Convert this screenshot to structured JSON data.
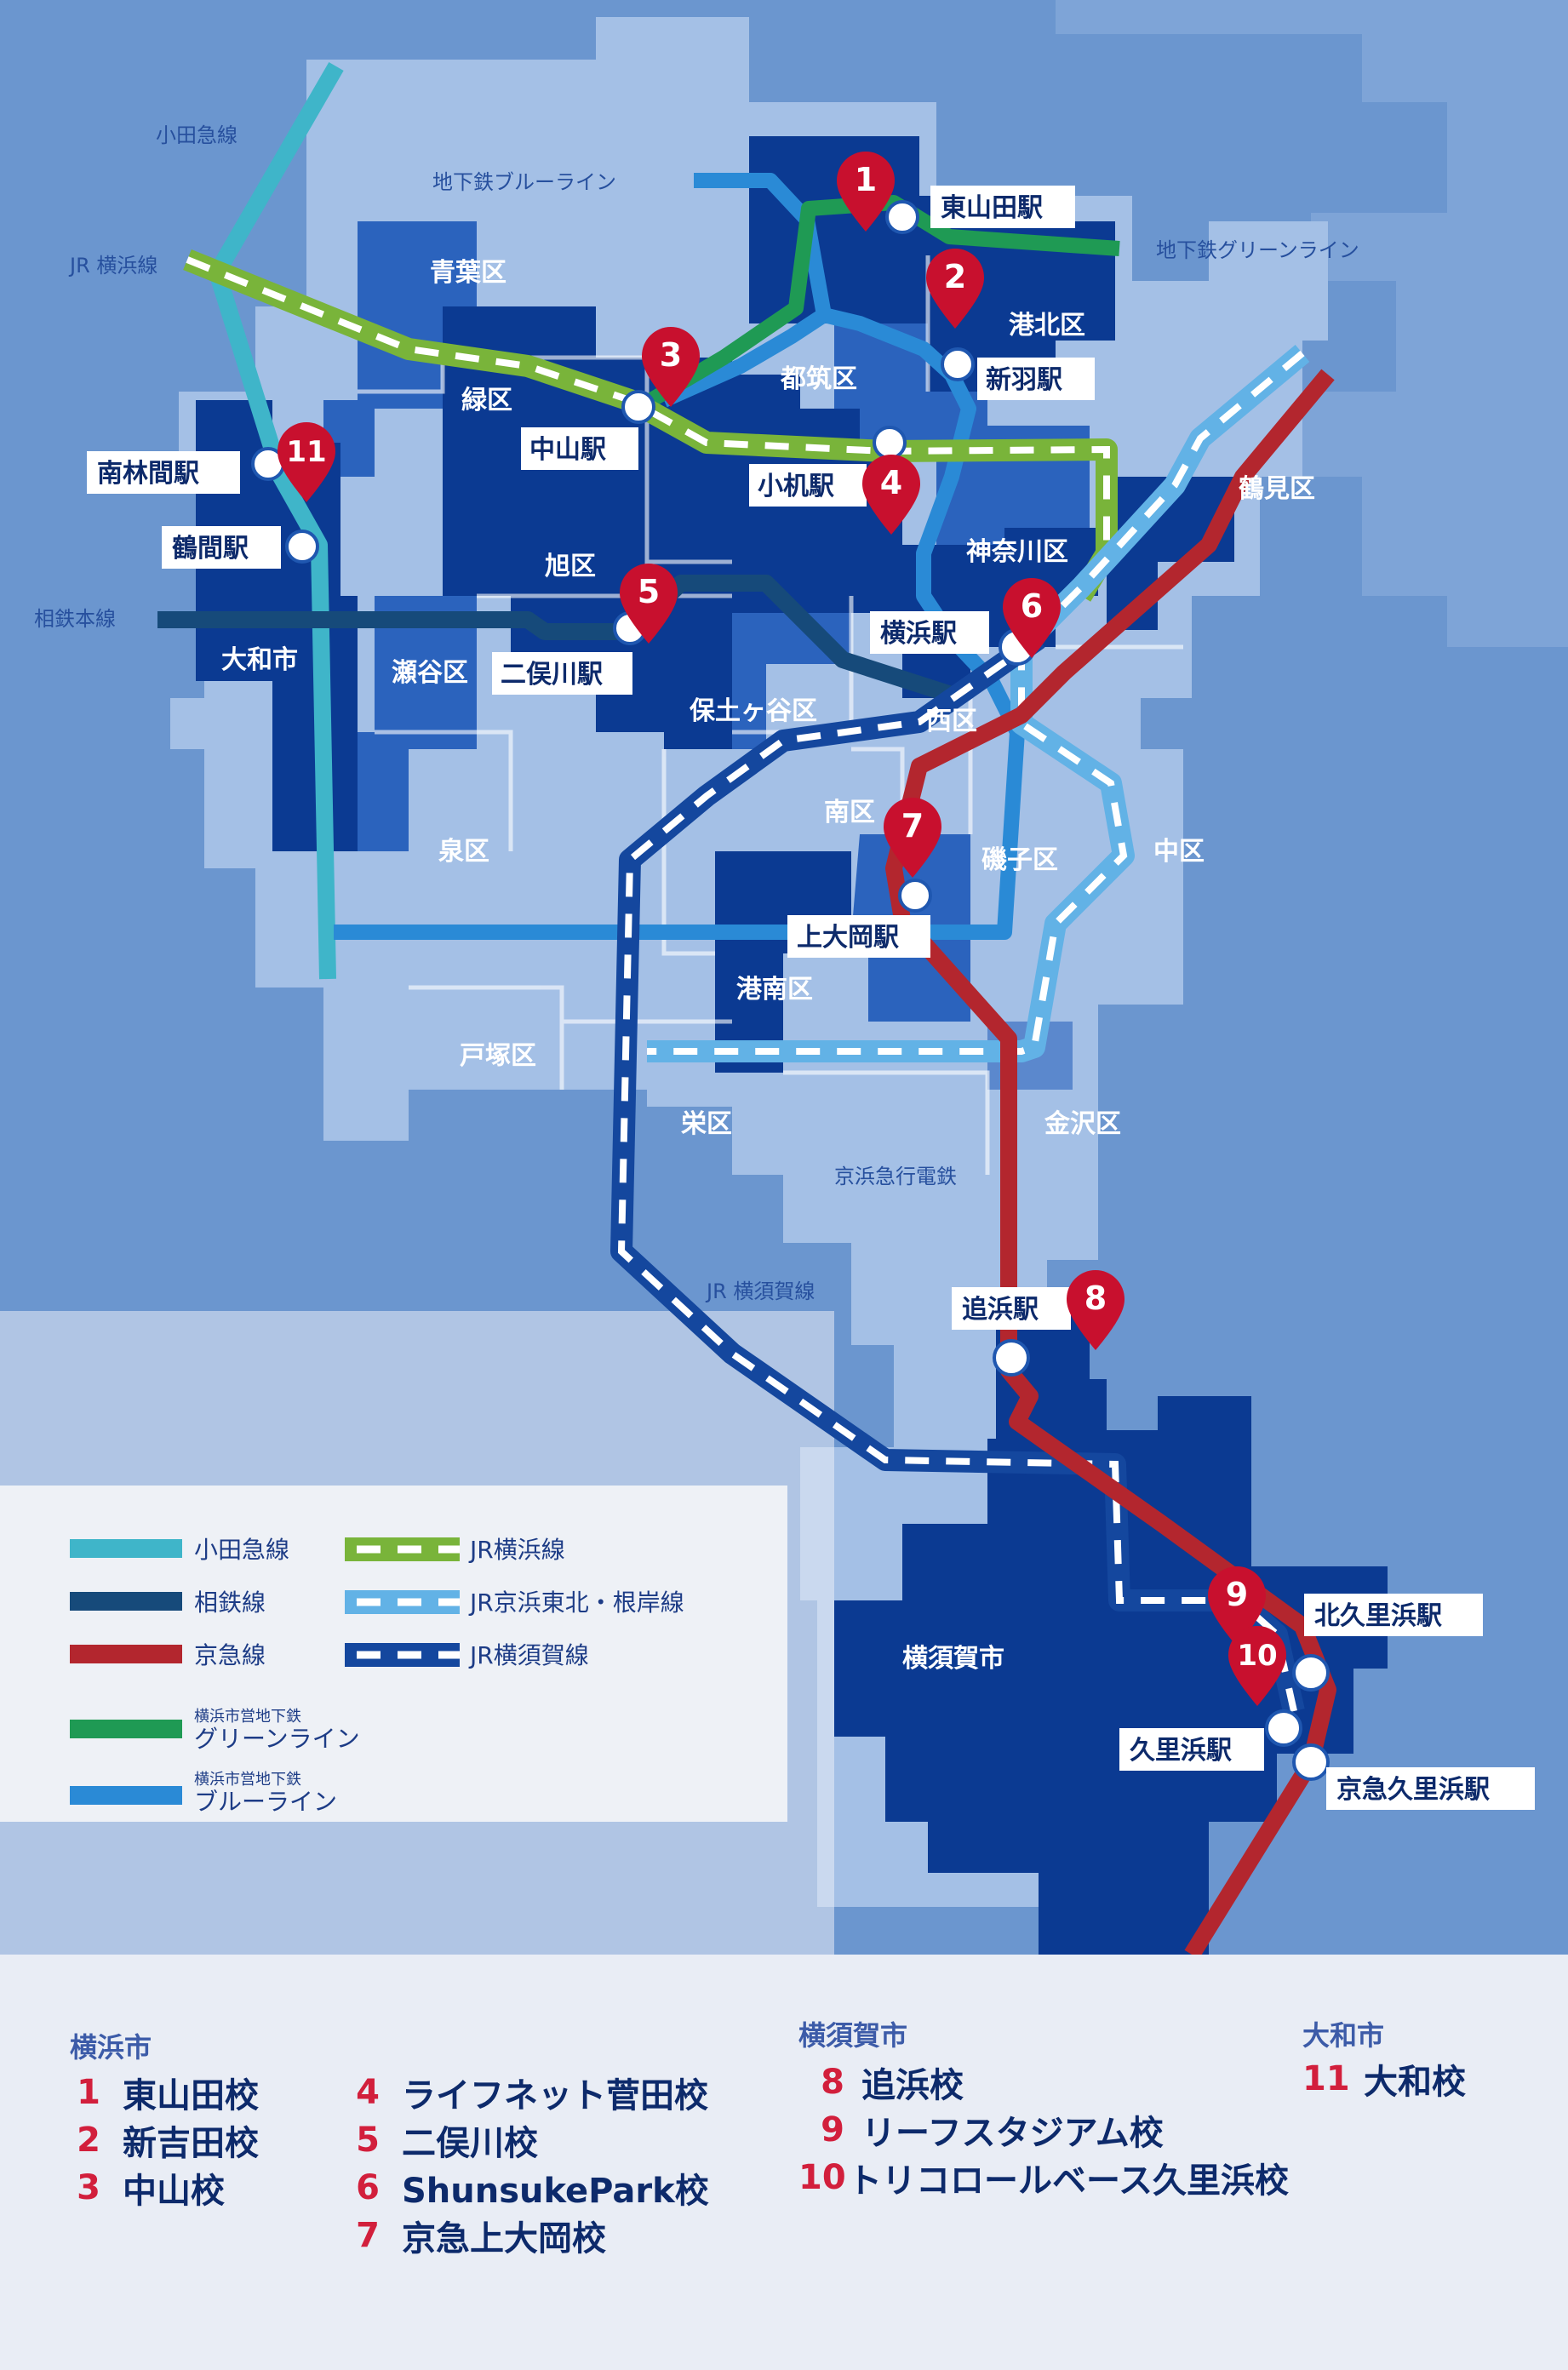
{
  "colors": {
    "ocean": "#6b96cf",
    "land_light": "#a4c0e6",
    "land_mid": "#1f57b0",
    "land_dark": "#0b3a92",
    "pin": "#c8102e",
    "odakyu": "#3fb5c9",
    "sotetsu": "#164a7a",
    "keikyu": "#b3262e",
    "green_line": "#1f9a54",
    "blue_line": "#2a8ad6",
    "jr_yokohama": "#79b43a",
    "jr_keihin": "#62b2e6",
    "jr_yokosuka": "#14479e"
  },
  "wards": [
    {
      "label": "青葉区"
    },
    {
      "label": "緑区"
    },
    {
      "label": "都筑区"
    },
    {
      "label": "港北区"
    },
    {
      "label": "鶴見区"
    },
    {
      "label": "旭区"
    },
    {
      "label": "神奈川区"
    },
    {
      "label": "大和市"
    },
    {
      "label": "瀬谷区"
    },
    {
      "label": "保土ヶ谷区"
    },
    {
      "label": "西区"
    },
    {
      "label": "南区"
    },
    {
      "label": "泉区"
    },
    {
      "label": "磯子区"
    },
    {
      "label": "中区"
    },
    {
      "label": "港南区"
    },
    {
      "label": "戸塚区"
    },
    {
      "label": "栄区"
    },
    {
      "label": "金沢区"
    },
    {
      "label": "横須賀市"
    }
  ],
  "line_labels": [
    {
      "label": "小田急線"
    },
    {
      "label": "地下鉄ブルーライン"
    },
    {
      "label": "JR 横浜線"
    },
    {
      "label": "地下鉄グリーンライン"
    },
    {
      "label": "相鉄本線"
    },
    {
      "label": "京浜急行電鉄"
    },
    {
      "label": "JR 横須賀線"
    }
  ],
  "stations": [
    {
      "label": "東山田駅"
    },
    {
      "label": "新羽駅"
    },
    {
      "label": "中山駅"
    },
    {
      "label": "小机駅"
    },
    {
      "label": "南林間駅"
    },
    {
      "label": "鶴間駅"
    },
    {
      "label": "横浜駅"
    },
    {
      "label": "二俣川駅"
    },
    {
      "label": "上大岡駅"
    },
    {
      "label": "追浜駅"
    },
    {
      "label": "北久里浜駅"
    },
    {
      "label": "久里浜駅"
    },
    {
      "label": "京急久里浜駅"
    }
  ],
  "pins": [
    {
      "num": "1"
    },
    {
      "num": "2"
    },
    {
      "num": "3"
    },
    {
      "num": "4"
    },
    {
      "num": "5"
    },
    {
      "num": "6"
    },
    {
      "num": "7"
    },
    {
      "num": "8"
    },
    {
      "num": "9"
    },
    {
      "num": "10"
    },
    {
      "num": "11"
    }
  ],
  "legend": {
    "odakyu": "小田急線",
    "sotetsu": "相鉄線",
    "keikyu": "京急線",
    "jr_yokohama": "JR横浜線",
    "jr_keihin": "JR京浜東北・根岸線",
    "jr_yokosuka": "JR横須賀線",
    "green_small": "横浜市営地下鉄",
    "green": "グリーンライン",
    "blue_small": "横浜市営地下鉄",
    "blue": "ブルーライン"
  },
  "schools": {
    "yokohama": {
      "heading": "横浜市",
      "items": [
        {
          "num": "1",
          "name": "東山田校"
        },
        {
          "num": "2",
          "name": "新吉田校"
        },
        {
          "num": "3",
          "name": "中山校"
        },
        {
          "num": "4",
          "name": "ライフネット菅田校"
        },
        {
          "num": "5",
          "name": "二俣川校"
        },
        {
          "num": "6",
          "name": "ShunsukePark校"
        },
        {
          "num": "7",
          "name": "京急上大岡校"
        }
      ]
    },
    "yokosuka": {
      "heading": "横須賀市",
      "items": [
        {
          "num": "8",
          "name": "追浜校"
        },
        {
          "num": "9",
          "name": "リーフスタジアム校"
        },
        {
          "num": "10",
          "name": "トリコロールベース久里浜校"
        }
      ]
    },
    "yamato": {
      "heading": "大和市",
      "items": [
        {
          "num": "11",
          "name": "大和校"
        }
      ]
    }
  }
}
